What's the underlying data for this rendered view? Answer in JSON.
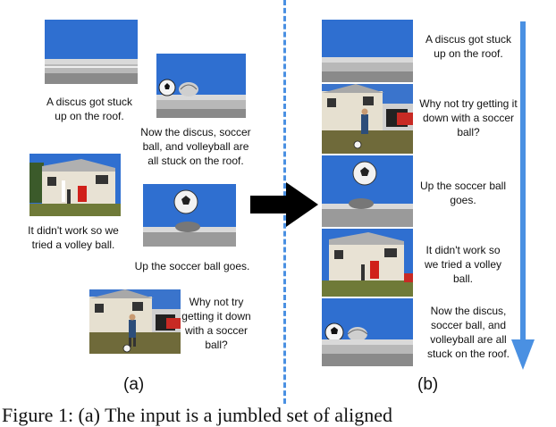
{
  "panel_a": {
    "label": "(a)",
    "items": [
      {
        "caption": "A discus got stuck up on the roof.",
        "image": "roof-discus-photo"
      },
      {
        "caption": "Now the discus, soccer ball, and volleyball are all stuck on the roof.",
        "image": "roof-all-balls-photo"
      },
      {
        "caption": "It didn't work so we tried a volley ball.",
        "image": "house-volleyball-photo"
      },
      {
        "caption": "Up the soccer ball goes.",
        "image": "soccer-ball-air-photo"
      },
      {
        "caption": "Why not try getting it down with a soccer ball?",
        "image": "house-soccer-photo"
      }
    ]
  },
  "panel_b": {
    "label": "(b)",
    "items": [
      {
        "caption": "A discus got stuck up on the roof."
      },
      {
        "caption": "Why not try getting it down with a soccer ball?"
      },
      {
        "caption": "Up the soccer ball goes."
      },
      {
        "caption": "It didn't work so we tried a volley ball."
      },
      {
        "caption": "Now the discus, soccer ball, and volleyball are all stuck on the roof."
      }
    ]
  },
  "figure_caption": "Figure 1: (a) The input is a jumbled set of aligned",
  "colors": {
    "divider": "#4a90e2",
    "order_arrow": "#4a90e2",
    "transform_arrow": "#000000",
    "sky": "#2f6fd0"
  }
}
